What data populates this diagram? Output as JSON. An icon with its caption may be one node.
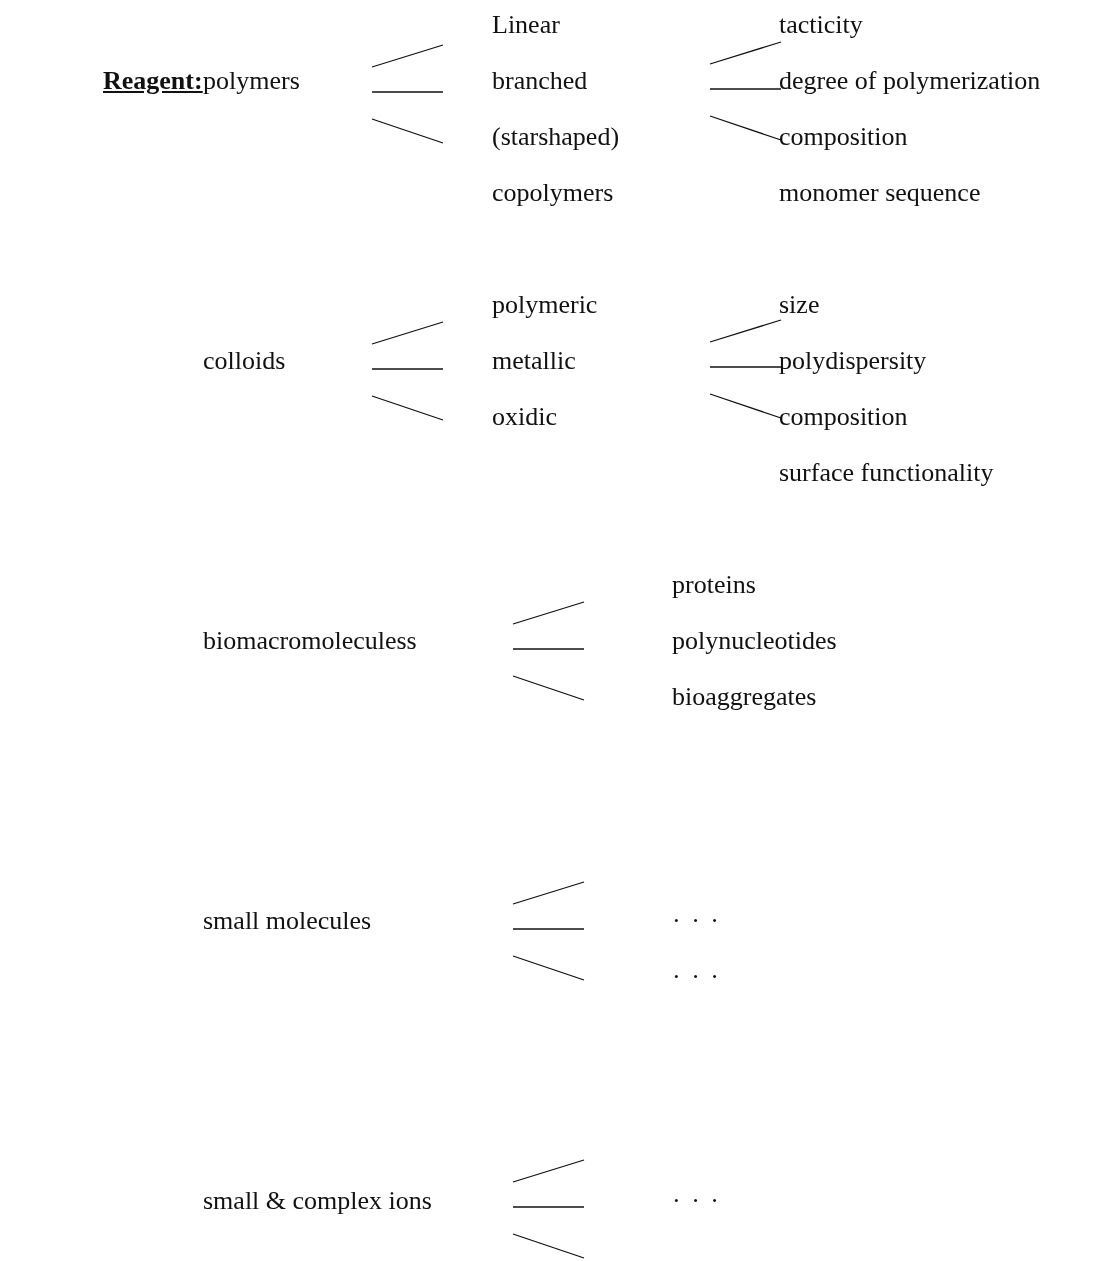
{
  "diagram": {
    "labels": [
      "Linear",
      "tacticity",
      "Reagent:",
      "polymers",
      "branched",
      "degree of polymerization",
      "(starshaped)",
      "composition",
      "copolymers",
      "monomer sequence",
      "polymeric",
      "size",
      "colloids",
      "metallic",
      "polydispersity",
      "oxidic",
      "composition",
      "surface functionality",
      "proteins",
      "biomacromoleculess",
      "polynucleotides",
      "bioaggregates",
      "small molecules",
      "· · ·",
      "· · ·",
      "small & complex ions",
      "· · ·"
    ]
  }
}
